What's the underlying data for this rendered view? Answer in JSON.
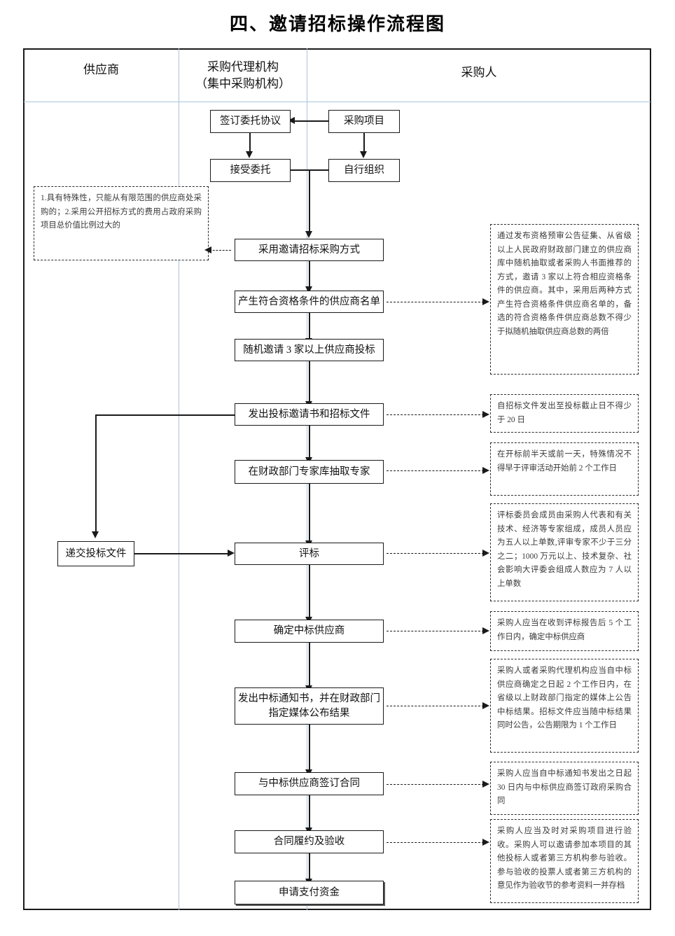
{
  "title": "四、邀请招标操作流程图",
  "lanes": [
    {
      "label": "供应商"
    },
    {
      "label": "采购代理机构\n（集中采购机构）"
    },
    {
      "label": "采购人"
    }
  ],
  "lane_labels": {
    "supplier": "供应商",
    "agency_line1": "采购代理机构",
    "agency_line2": "（集中采购机构）",
    "purchaser": "采购人"
  },
  "boxes": {
    "sign_entrust": "签订委托协议",
    "procurement_project": "采购项目",
    "accept_entrust": "接受委托",
    "self_organize": "自行组织",
    "adopt_invitation": "采用邀请招标采购方式",
    "generate_supplier_list": "产生符合资格条件的供应商名单",
    "invite_three": "随机邀请 3 家以上供应商投标",
    "issue_invitation_docs": "发出投标邀请书和招标文件",
    "draw_experts": "在财政部门专家库抽取专家",
    "submit_bid_docs": "递交投标文件",
    "bid_evaluation": "评标",
    "determine_winner": "确定中标供应商",
    "issue_award_notice": "发出中标通知书，并在财政部门\n指定媒体公布结果",
    "sign_contract": "与中标供应商签订合同",
    "contract_performance": "合同履约及验收",
    "apply_payment": "申请支付资金"
  },
  "box_lines": {
    "issue_award_notice_l1": "发出中标通知书，并在财政部门",
    "issue_award_notice_l2": "指定媒体公布结果"
  },
  "notes": {
    "left_condition": "1.具有特殊性，只能从有限范围的供应商处采购的；2.采用公开招标方式的费用占政府采购项目总价值比例过大的",
    "supplier_list_rule": "通过发布资格预审公告征集、从省级以上人民政府财政部门建立的供应商库中随机抽取或者采购人书面推荐的方式，邀请 3 家以上符合相应资格条件的供应商。其中，采用后两种方式产生符合资格条件供应商名单的，备选的符合资格条件供应商总数不得少于拟随机抽取供应商总数的两倍",
    "bid_deadline_rule": "自招标文件发出至投标截止日不得少于 20 日",
    "expert_draw_rule": "在开标前半天或前一天，特殊情况不得早于评审活动开始前 2 个工作日",
    "committee_rule": "评标委员会成员由采购人代表和有关技术、经济等专家组成，成员人员应为五人以上单数,评审专家不少于三分之二；1000 万元以上、技术复杂、社会影响大评委会组成人数应为 7 人以上单数",
    "determine_winner_rule": "采购人应当在收到评标报告后 5 个工作日内，确定中标供应商",
    "announce_rule": "采购人或者采购代理机构应当自中标供应商确定之日起 2 个工作日内，在省级以上财政部门指定的媒体上公告中标结果。招标文件应当随中标结果同时公告，公告期限为 1 个工作日",
    "contract_rule": "采购人应当自中标通知书发出之日起 30 日内与中标供应商签订政府采购合同",
    "acceptance_rule": "采购人应当及时对采购项目进行验收。采购人可以邀请参加本项目的其他投标人或者第三方机构参与验收。参与验收的投票人或者第三方机构的意见作为验收节的参考资料一并存档"
  },
  "colors": {
    "frame": "#1a1a1a",
    "lane_divider": "#a8c6de",
    "box_border": "#1a1a1a",
    "note_border": "#2b2b2b",
    "text": "#111111",
    "note_text": "#3a3a3a",
    "background": "#ffffff"
  }
}
